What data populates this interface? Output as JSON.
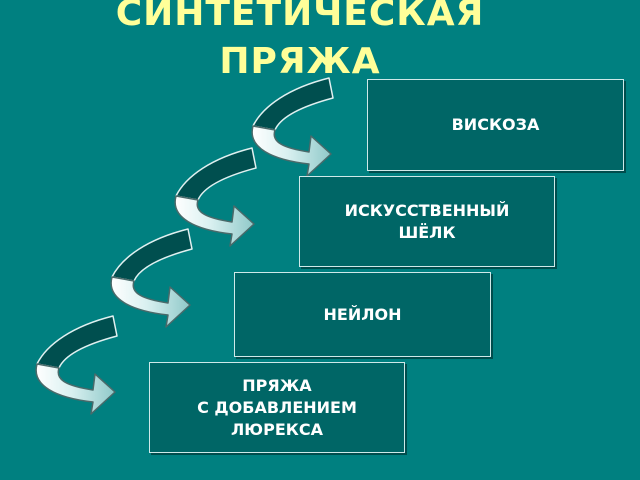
{
  "slide": {
    "title_line_1": "СИНТЕТИЧЕСКАЯ",
    "title_line_2": "ПРЯЖА",
    "steps": [
      {
        "label": "ВИСКОЗА"
      },
      {
        "label": "ИСКУССТВЕННЫЙ\nШЁЛК"
      },
      {
        "label": "НЕЙЛОН"
      },
      {
        "label": "ПРЯЖА\nС ДОБАВЛЕНИЕМ\nЛЮРЕКСА"
      }
    ]
  },
  "colors": {
    "background": "#008080",
    "title": "#ffff99",
    "box_fill": "#006666",
    "arrow_light": "#ffffff",
    "arrow_dark": "#004f4f"
  },
  "icons": [
    "curved-arrow-icon"
  ]
}
